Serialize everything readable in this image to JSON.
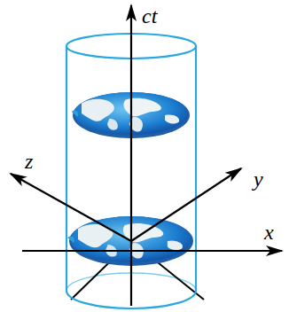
{
  "diagram": {
    "labels": [
      "ct",
      "x",
      "y",
      "z"
    ]
  }
}
